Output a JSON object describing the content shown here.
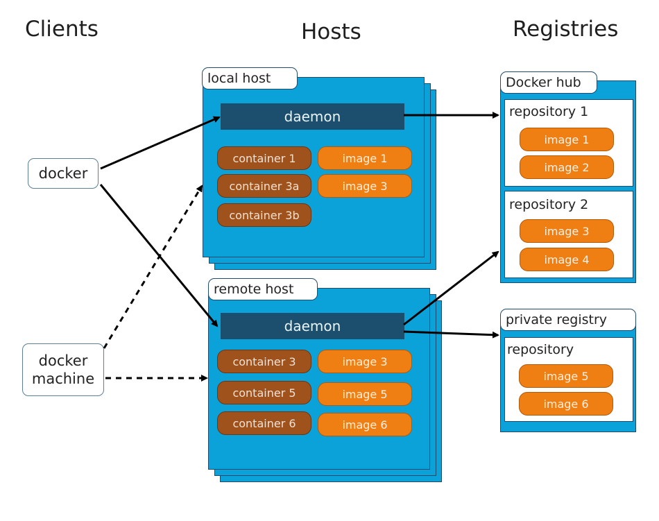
{
  "headings": {
    "clients": "Clients",
    "hosts": "Hosts",
    "registries": "Registries"
  },
  "clients": {
    "docker": "docker",
    "docker_machine_line1": "docker",
    "docker_machine_line2": "machine"
  },
  "local_host": {
    "label": "local host",
    "daemon": "daemon",
    "containers": [
      "container 1",
      "container 3a",
      "container 3b"
    ],
    "images": [
      "image 1",
      "image 3"
    ]
  },
  "remote_host": {
    "label": "remote host",
    "daemon": "daemon",
    "containers": [
      "container 3",
      "container 5",
      "container 6"
    ],
    "images": [
      "image 3",
      "image 5",
      "image 6"
    ]
  },
  "docker_hub": {
    "label": "Docker hub",
    "repositories": [
      {
        "name": "repository 1",
        "images": [
          "image 1",
          "image 2"
        ]
      },
      {
        "name": "repository 2",
        "images": [
          "image 3",
          "image 4"
        ]
      }
    ]
  },
  "private_registry": {
    "label": "private registry",
    "repository": {
      "name": "repository",
      "images": [
        "image 5",
        "image 6"
      ]
    }
  },
  "colors": {
    "host_blue": "#0aa2d9",
    "daemon_navy": "#1b4f6d",
    "container_brown": "#a0521c",
    "image_orange": "#f07f13"
  }
}
